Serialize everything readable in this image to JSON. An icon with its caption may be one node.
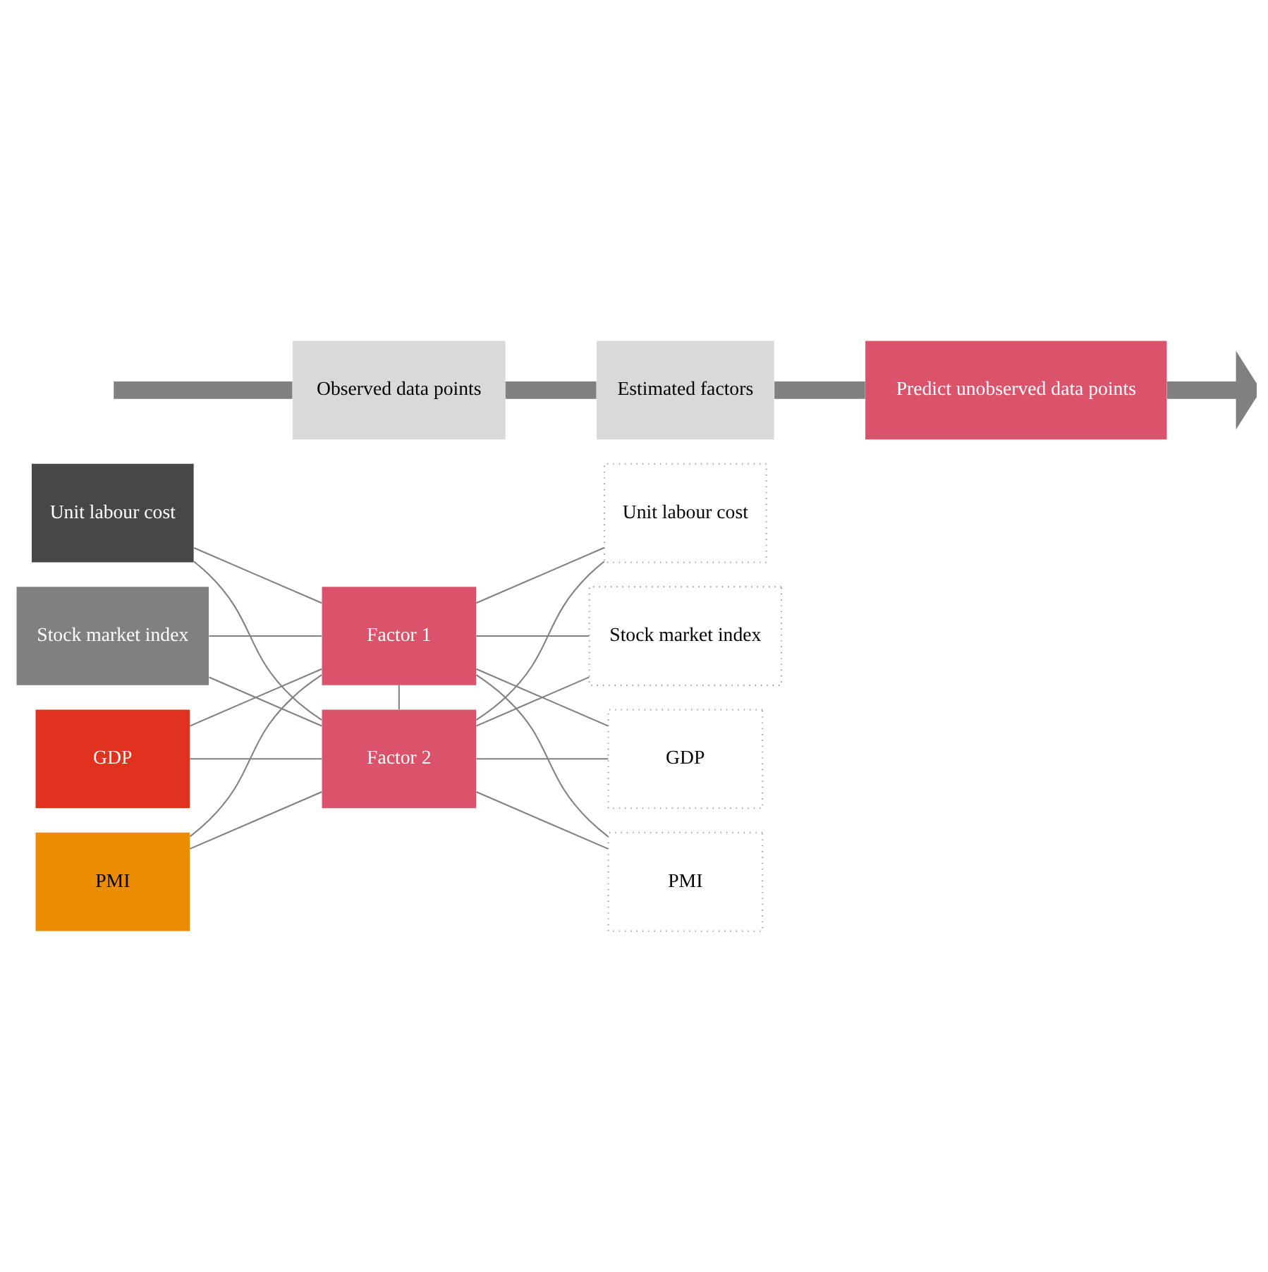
{
  "diagram": {
    "nodes": [
      {
        "text": [
          "GDP"
        ]
      },
      {
        "text": [
          "PMI"
        ]
      },
      {
        "text": [
          "Unit labour cost"
        ]
      },
      {
        "text": [
          "Stock market index"
        ]
      },
      {
        "text": [
          "Factor 1"
        ]
      },
      {
        "text": [
          "Factor 2"
        ]
      },
      {
        "text": [
          "GDP"
        ]
      },
      {
        "text": [
          "PMI"
        ]
      },
      {
        "text": [
          "Unit labour cost"
        ]
      },
      {
        "text": [
          "Stock market index"
        ]
      },
      {
        "text": [
          "Observed data points"
        ]
      },
      {
        "text": [
          "Estimated factors"
        ]
      },
      {
        "text": [
          "Predict unobserved data points"
        ]
      }
    ],
    "edges": [
      {
        "from": 0,
        "to": 4,
        "arrow": "none"
      },
      {
        "from": 0,
        "to": 5,
        "arrow": "none"
      },
      {
        "from": 1,
        "to": 4,
        "arrow": "none"
      },
      {
        "from": 1,
        "to": 5,
        "arrow": "none"
      },
      {
        "from": 2,
        "to": 4,
        "arrow": "none"
      },
      {
        "from": 2,
        "to": 5,
        "arrow": "none"
      },
      {
        "from": 3,
        "to": 4,
        "arrow": "none"
      },
      {
        "from": 3,
        "to": 5,
        "arrow": "none"
      },
      {
        "from": 4,
        "to": 5,
        "arrow": "none"
      },
      {
        "from": 4,
        "to": 6,
        "arrow": "none"
      },
      {
        "from": 4,
        "to": 7,
        "arrow": "none"
      },
      {
        "from": 4,
        "to": 8,
        "arrow": "none"
      },
      {
        "from": 4,
        "to": 9,
        "arrow": "none"
      },
      {
        "from": 5,
        "to": 6,
        "arrow": "none"
      },
      {
        "from": 5,
        "to": 7,
        "arrow": "none"
      },
      {
        "from": 5,
        "to": 8,
        "arrow": "none"
      },
      {
        "from": 5,
        "to": 9,
        "arrow": "none"
      },
      {
        "from": null,
        "to": 10,
        "arrow": "none",
        "style": "thick"
      },
      {
        "from": 10,
        "to": 11,
        "arrow": "none",
        "style": "thick"
      },
      {
        "from": 11,
        "to": 12,
        "arrow": "none",
        "style": "thick"
      },
      {
        "from": 12,
        "to": null,
        "arrow": "to",
        "style": "thick"
      }
    ]
  }
}
